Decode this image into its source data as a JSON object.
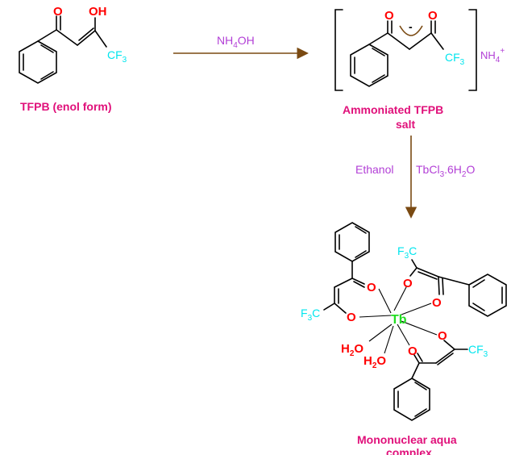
{
  "labels": {
    "oh": "OH",
    "o": "O",
    "cf3": "CF",
    "cf3_sub": "3",
    "f3c_f": "F",
    "f3c_sub": "3",
    "f3c_c": "C",
    "tb": "Tb",
    "h2o_h": "H",
    "h2o_sub": "2",
    "h2o_o": "O",
    "minus": "-"
  },
  "reagents": {
    "step1": {
      "nh": "NH",
      "sub": "4",
      "oh": "OH"
    },
    "step2_solvent": "Ethanol",
    "step2_salt": {
      "tbcl": "TbCl",
      "sub3": "3",
      "hydrate": ".6H",
      "sub2": "2",
      "o": "O"
    },
    "counterion": {
      "nh": "NH",
      "sub": "4",
      "sup": "+"
    }
  },
  "captions": {
    "enol": "TFPB (enol form)",
    "salt_line1": "Ammoniated TFPB",
    "salt_line2": "salt",
    "complex_line1": "Mononuclear aqua",
    "complex_line2": "complex"
  },
  "colors": {
    "oxygen": "#ff0000",
    "fluoro": "#00e5ee",
    "terbium": "#22dd22",
    "caption": "#e0107a",
    "reagent": "#b23fd6",
    "arrow": "#7a4a12",
    "bond": "#000000"
  }
}
